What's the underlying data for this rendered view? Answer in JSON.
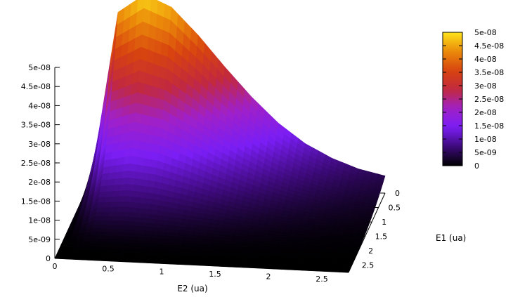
{
  "chart_data": {
    "type": "surface",
    "title": "",
    "xlabel": "E2 (ua)",
    "ylabel": "E1 (ua)",
    "zlabel": "",
    "x_ticks": [
      "0",
      "0.5",
      "1",
      "1.5",
      "2",
      "2.5"
    ],
    "x_range": [
      0,
      2.75
    ],
    "y_ticks": [
      "0",
      "0.5",
      "1",
      "1.5",
      "2",
      "2.5"
    ],
    "y_range": [
      0,
      2.75
    ],
    "z_ticks": [
      "0",
      "5e-09",
      "1e-08",
      "1.5e-08",
      "2e-08",
      "2.5e-08",
      "3e-08",
      "3.5e-08",
      "4e-08",
      "4.5e-08",
      "5e-08"
    ],
    "z_range": [
      0,
      5e-08
    ],
    "colorbar_ticks": [
      "5e-08",
      "4.5e-08",
      "4e-08",
      "3.5e-08",
      "3e-08",
      "2.5e-08",
      "2e-08",
      "1.5e-08",
      "1e-08",
      "5e-09",
      "0"
    ],
    "colormap": [
      "#000000",
      "#3d0a7a",
      "#7a1ef5",
      "#a020c8",
      "#c2293d",
      "#d8440f",
      "#eb8a0a",
      "#fde31a"
    ],
    "back_edge_profile": {
      "e2": [
        0,
        0.25,
        0.5,
        0.75,
        1.0,
        1.25,
        1.5,
        1.75,
        2.0,
        2.25,
        2.5,
        2.75
      ],
      "z": [
        0,
        4.4e-08,
        4.9e-08,
        4.6e-08,
        3.9e-08,
        3.1e-08,
        2.35e-08,
        1.7e-08,
        1.2e-08,
        8.5e-09,
        6e-09,
        4.5e-09
      ]
    },
    "legend_position": "right"
  }
}
